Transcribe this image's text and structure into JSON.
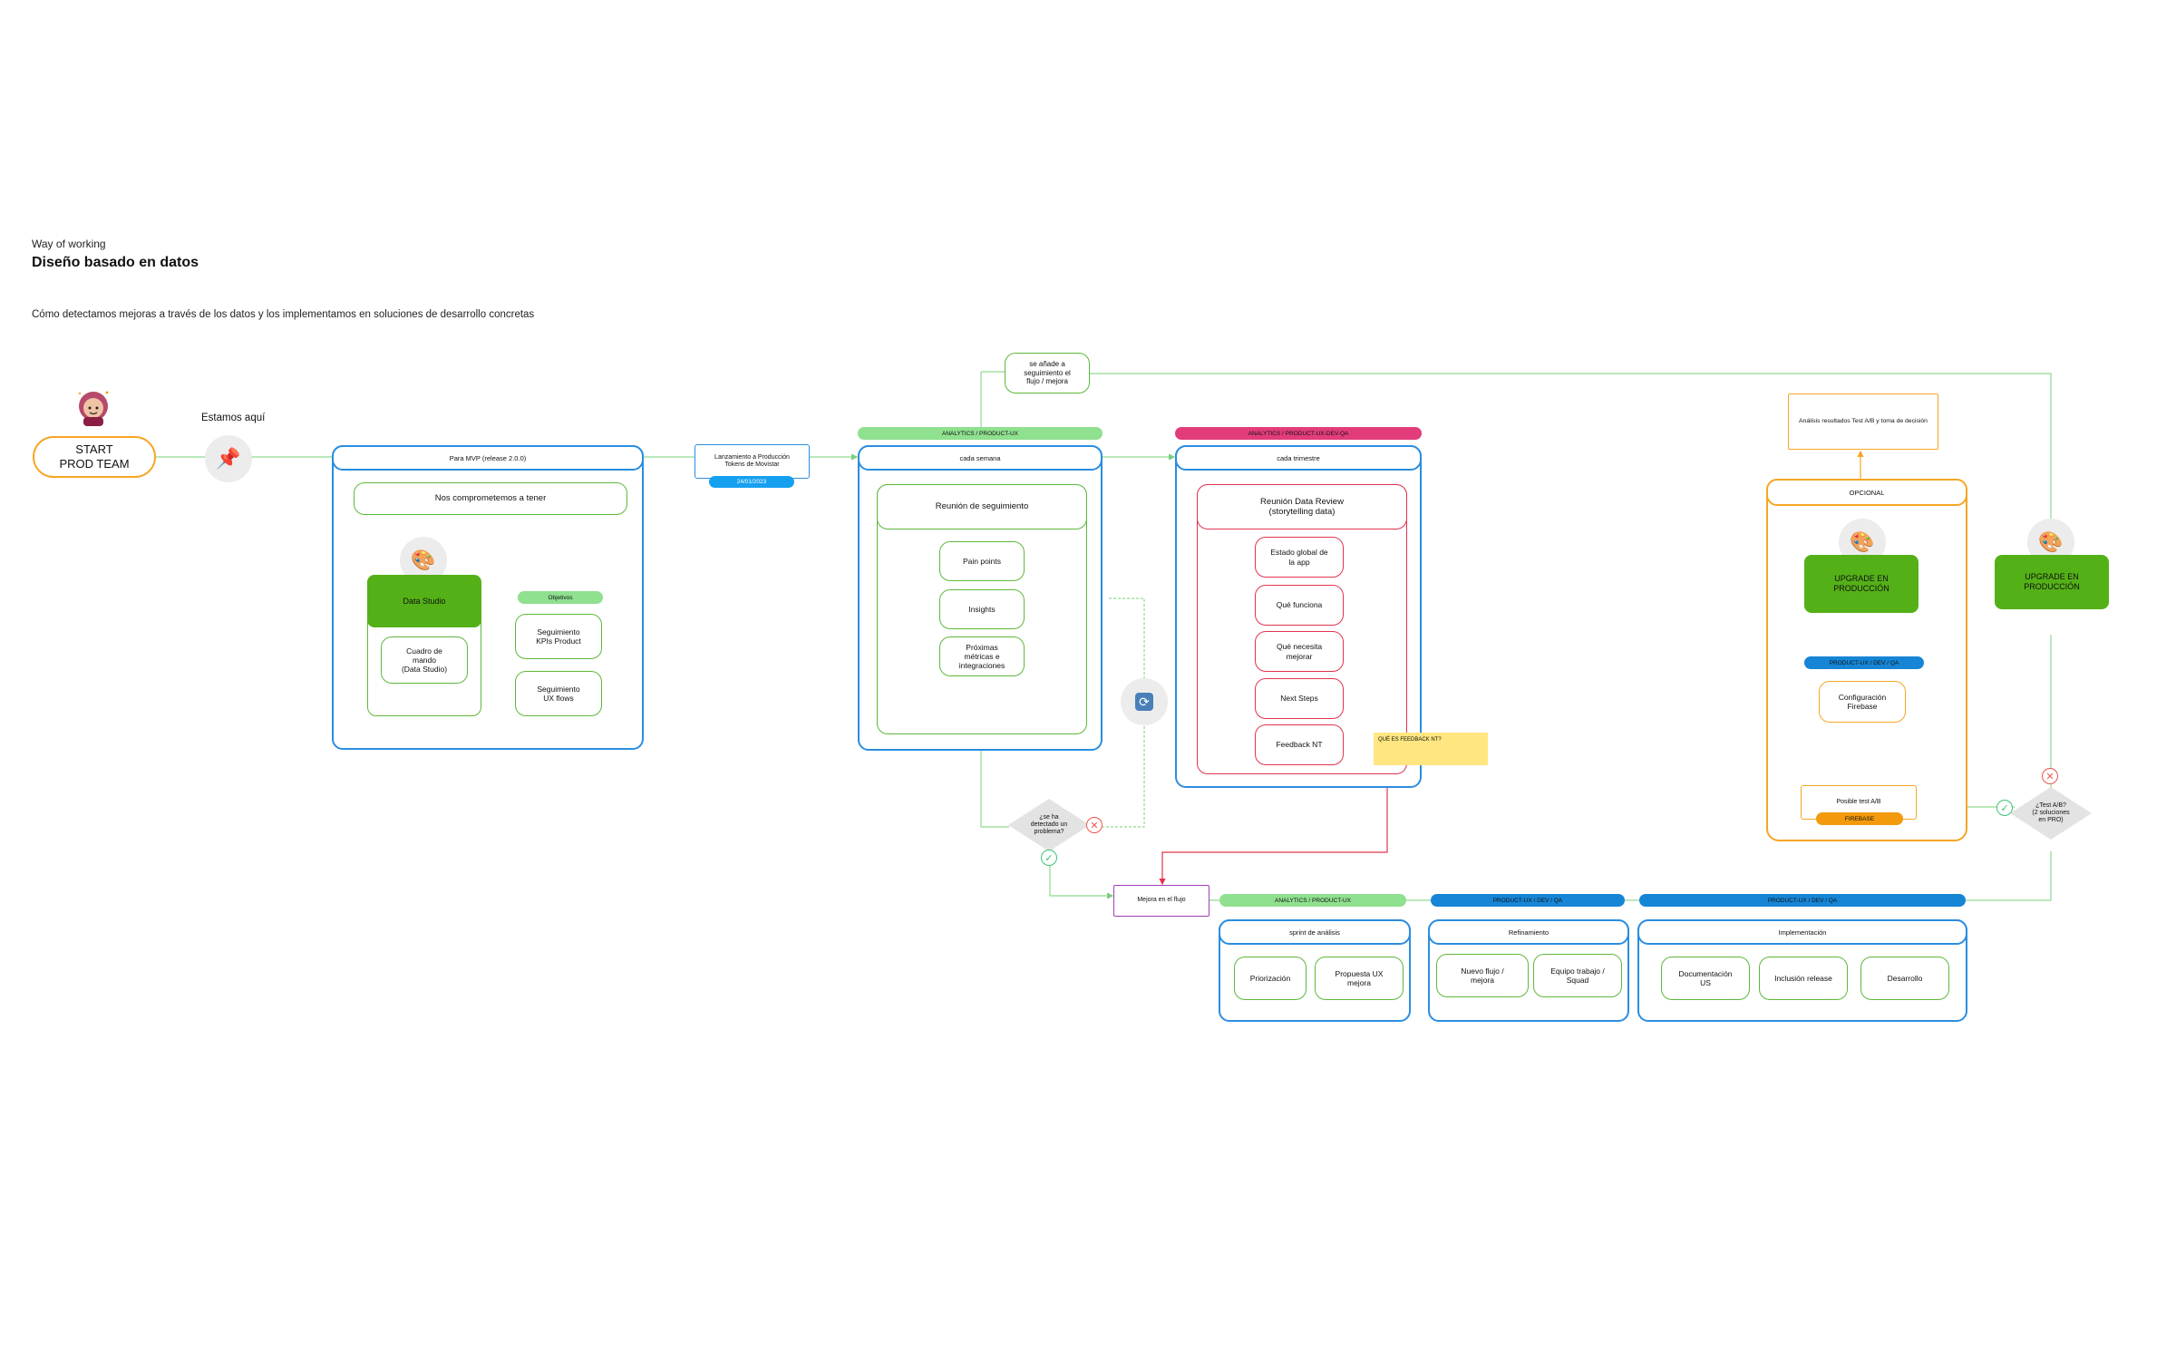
{
  "header": {
    "small_title": "Way of working",
    "title": "Diseño basado en datos",
    "subtitle": "Cómo detectamos mejoras a través de los datos y los implementamos en soluciones de desarrollo concretas"
  },
  "start": {
    "label": "START\nPROD TEAM",
    "here_label": "Estamos aquí"
  },
  "mvp": {
    "header": "Para MVP (release 2.0.0)",
    "commit": "Nos comprometemos a tener",
    "data_studio": "Data Studio",
    "cuadro": "Cuadro de\nmando\n(Data Studio)",
    "objetivos": "Objetivos",
    "seg_kpis": "Seguimiento\nKPIs Product",
    "seg_ux": "Seguimiento\nUX flows"
  },
  "launch": {
    "label": "Lanzamiento a Producción\nTokens de Movistar",
    "date": "24/01/2023"
  },
  "added_note": "se añade a\nseguimiento el\nflujo / mejora",
  "weekly": {
    "tag": "ANALYTICS / PRODUCT-UX",
    "header": "cada semana",
    "meeting": "Reunión de  seguimiento",
    "items": [
      "Pain points",
      "Insights",
      "Próximas\nmétricas e\nintegraciones"
    ]
  },
  "quarterly": {
    "tag": "ANALYTICS / PRODUCT-UX-DEV-QA",
    "header": "cada trimestre",
    "meeting": "Reunión Data Review\n(storytelling data)",
    "items": [
      "Estado global de\nla app",
      "Qué funciona",
      "Qué necesita\nmejorar",
      "Next Steps",
      "Feedback NT"
    ],
    "sticky": "QUÉ ES FEEDBACK NT?"
  },
  "decision": {
    "label": "¿se ha\ndetectado un\nproblema?"
  },
  "improvement": {
    "label": "Mejora en el flujo"
  },
  "sprint": {
    "tag": "ANALYTICS / PRODUCT-UX",
    "header": "sprint de análisis",
    "items": [
      "Priorización",
      "Propuesta UX\nmejora"
    ]
  },
  "refinement": {
    "tag": "PRODUCT-UX / DEV / QA",
    "header": "Refinamiento",
    "items": [
      "Nuevo flujo /\nmejora",
      "Equipo trabajo /\nSquad"
    ]
  },
  "implementation": {
    "tag": "PRODUCT-UX / DEV / QA",
    "header": "Implementación",
    "items": [
      "Documentación\nUS",
      "Inclusión release",
      "Desarrollo"
    ]
  },
  "optional": {
    "header": "OPCIONAL",
    "analysis": "Análisis resultados Test A/B y toma de decisión",
    "upgrade": "UPGRADE EN\nPRODUCCIÓN",
    "tag": "PRODUCT-UX / DEV / QA",
    "config": "Configuración\nFirebase",
    "possible_test": "Posible test A/B",
    "firebase": "FIREBASE"
  },
  "test_decision": "¿Test A/B?\n(2 soluciones\nen PRO)",
  "upgrade_final": "UPGRADE EN\nPRODUCCIÓN",
  "colors": {
    "green": "#5db83a",
    "blue": "#2b8de0",
    "red": "#e0344f",
    "orange": "#f6a623",
    "purple": "#a23fb3",
    "tag_green": "#8fe08f",
    "tag_pink": "#e23d7a",
    "tag_blue": "#1685d6"
  },
  "icons": [
    "avatar-icon",
    "pushpin-icon",
    "palette-icon",
    "refresh-icon",
    "check-icon",
    "close-icon"
  ]
}
